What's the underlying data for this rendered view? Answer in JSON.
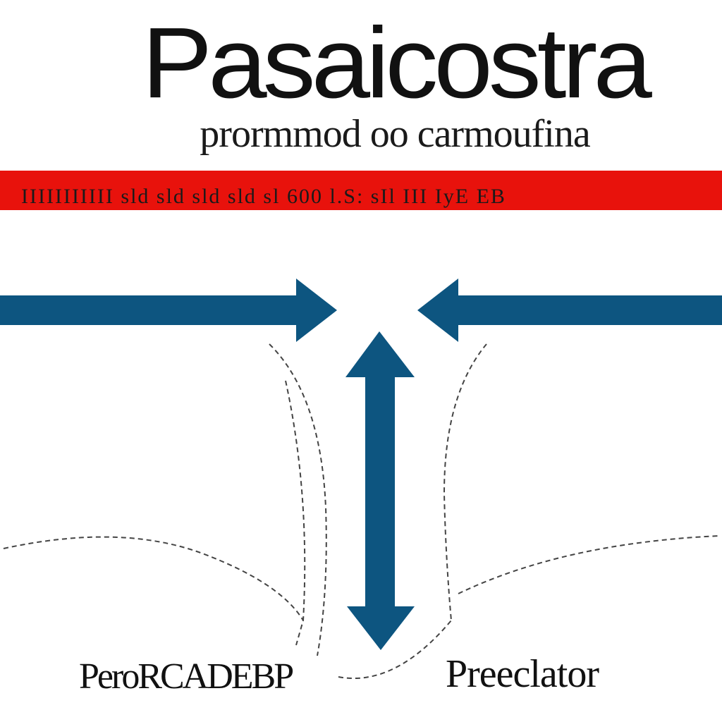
{
  "title": "Pasaicostra",
  "subtitle": "prormmod oo carmoufina",
  "banner": {
    "text": "IIIIIIIIIII sld sld sld sld sl 600 l.S: sIl III IyE EB",
    "color": "#e8120c"
  },
  "labels": {
    "left": "PeroRCADEBP",
    "right": "Preeclator"
  },
  "colors": {
    "arrow": "#0d5580",
    "dashed": "#444444",
    "text": "#111111",
    "background": "#ffffff"
  },
  "icons": {
    "horizontal_arrows": "arrow-right-icon, arrow-left-icon",
    "vertical_arrow": "double-arrow-vertical-icon"
  }
}
